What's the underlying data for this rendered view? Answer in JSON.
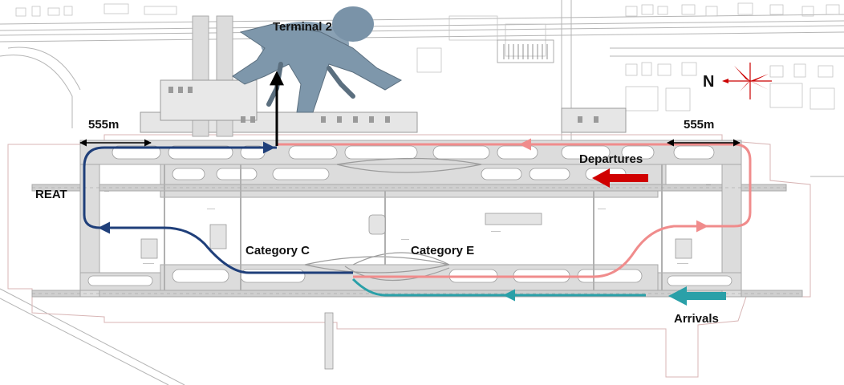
{
  "labels": {
    "terminal": "Terminal 2",
    "dist_left": "555m",
    "dist_right": "555m",
    "reat": "REAT",
    "departures": "Departures",
    "arrivals": "Arrivals",
    "cat_c": "Category C",
    "cat_e": "Category E",
    "north": "N"
  },
  "colors": {
    "departure_route": "#f08c8c",
    "reat_route": "#1f3f7a",
    "arrival_route": "#2aa0a8",
    "departure_arrow": "#d00000",
    "arrival_arrow": "#2aa0a8",
    "terminal_fill": "#7e97ab",
    "pavement": "#dcdcdc"
  }
}
